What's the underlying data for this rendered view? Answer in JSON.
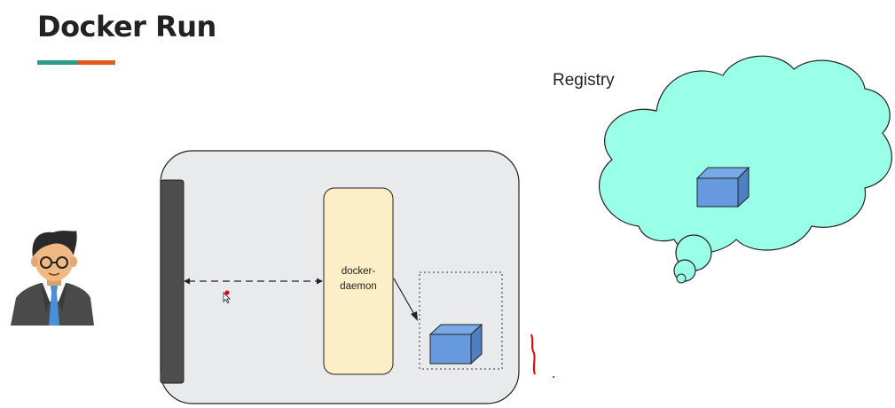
{
  "title": "Docker Run",
  "registry_label": "Registry",
  "daemon_label_line1": "docker-",
  "daemon_label_line2": "daemon",
  "colors": {
    "title_underline_teal": "#2b9c8c",
    "title_underline_orange": "#e35a1c",
    "host_box": "#e8eaec",
    "client_bar": "#4d4d4d",
    "daemon_box": "#fcefc7",
    "cloud": "#99ffe6",
    "container_cube": "#6699dd",
    "annotation_red": "#e00000"
  },
  "icons": [
    "developer-avatar-icon",
    "container-image-icon",
    "cursor-icon"
  ]
}
